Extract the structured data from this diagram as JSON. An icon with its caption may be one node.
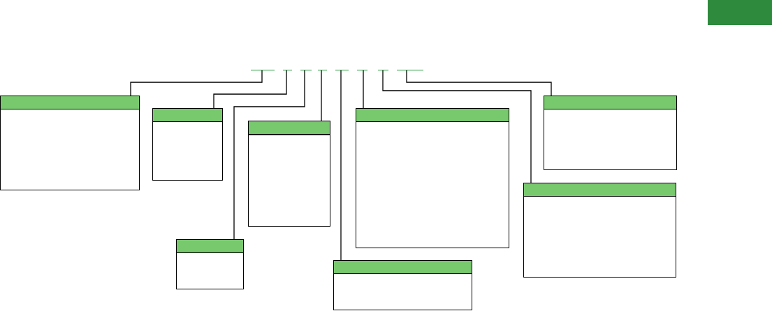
{
  "diagram": {
    "nodes": [
      {
        "text": [],
        "shape": "bar"
      },
      {
        "text": [],
        "shape": "bar"
      },
      {
        "text": [],
        "shape": "bar"
      },
      {
        "text": [],
        "shape": "bar"
      },
      {
        "text": [],
        "shape": "bar"
      },
      {
        "text": [],
        "shape": "bar"
      },
      {
        "text": [],
        "shape": "bar"
      },
      {
        "text": [],
        "shape": "bar"
      },
      {
        "text": [],
        "shape": "box"
      },
      {
        "text": [],
        "shape": "box"
      },
      {
        "text": [],
        "shape": "box"
      },
      {
        "text": [],
        "shape": "box"
      },
      {
        "text": [],
        "shape": "box"
      },
      {
        "text": [],
        "shape": "box"
      },
      {
        "text": [],
        "shape": "box"
      },
      {
        "text": [],
        "shape": "box"
      }
    ],
    "edges": [
      {
        "from": 0,
        "to": 8,
        "arrow": "none"
      },
      {
        "from": 1,
        "to": 9,
        "arrow": "none"
      },
      {
        "from": 2,
        "to": 10,
        "arrow": "none"
      },
      {
        "from": 3,
        "to": 11,
        "arrow": "none"
      },
      {
        "from": 4,
        "to": 12,
        "arrow": "none"
      },
      {
        "from": 5,
        "to": 13,
        "arrow": "none"
      },
      {
        "from": 6,
        "to": 14,
        "arrow": "none"
      },
      {
        "from": 7,
        "to": 15,
        "arrow": "none"
      }
    ]
  }
}
